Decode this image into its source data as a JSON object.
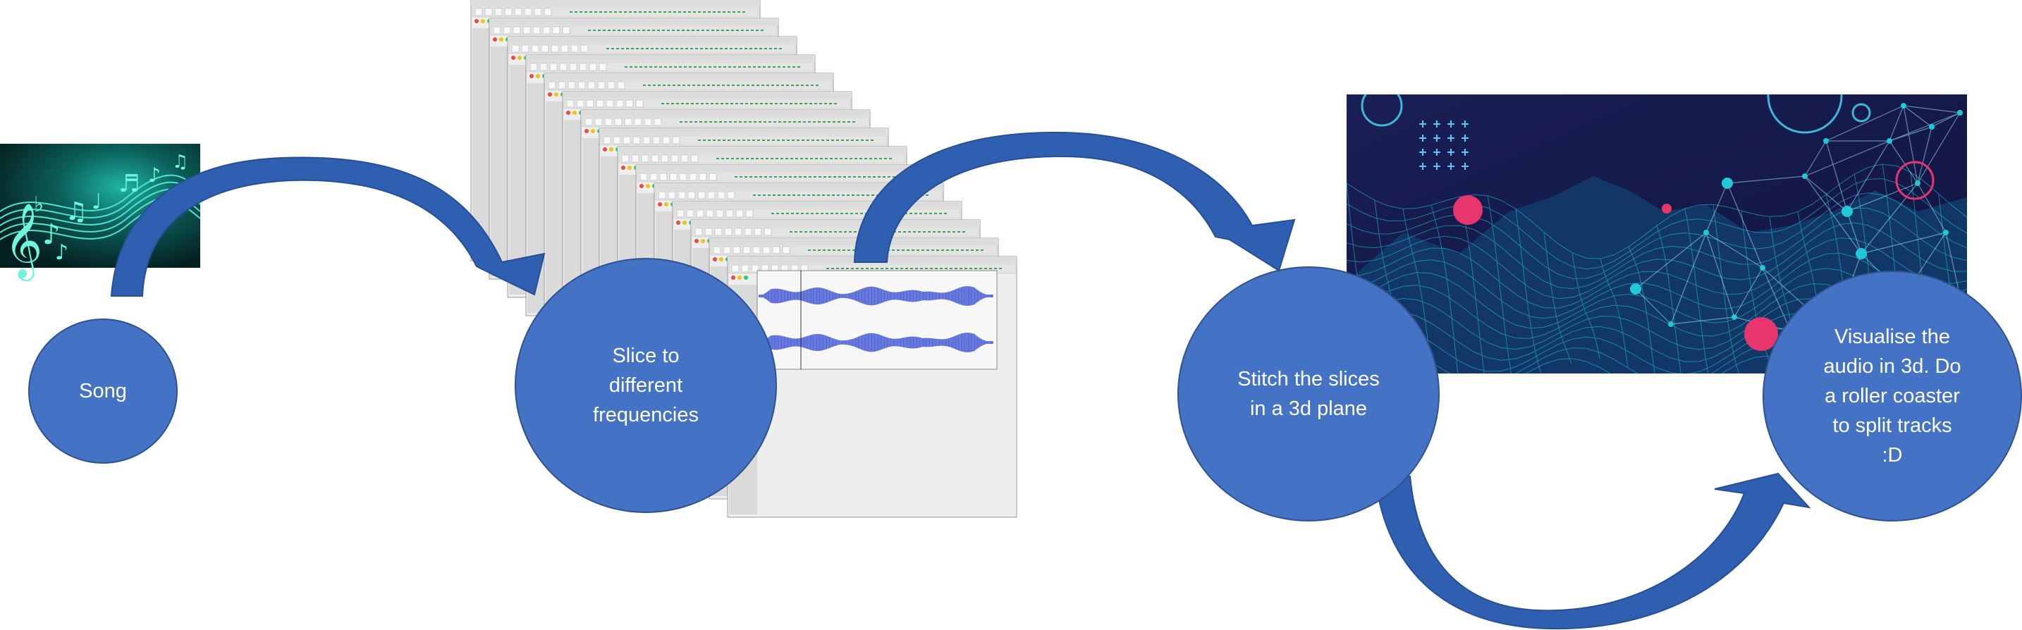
{
  "nodes": {
    "song": "Song",
    "slice": "Slice to\ndifferent\nfrequencies",
    "stitch": "Stitch the slices\nin a 3d plane",
    "visualise": "Visualise the\naudio in 3d. Do\na roller coaster\nto split tracks\n:D"
  },
  "colors": {
    "node_fill": "#4472c4",
    "node_border": "#2f528f",
    "arrow_fill": "#2f5fb0",
    "song_image_bg": "#062a2a",
    "visual_bg": "#141a4a",
    "visual_accent": "#22c7d8",
    "visual_pink": "#e8356d"
  },
  "images": {
    "song": "music-notes-image",
    "slices": "audacity-windows-stack-image",
    "visual": "3d-wireframe-landscape-image"
  }
}
